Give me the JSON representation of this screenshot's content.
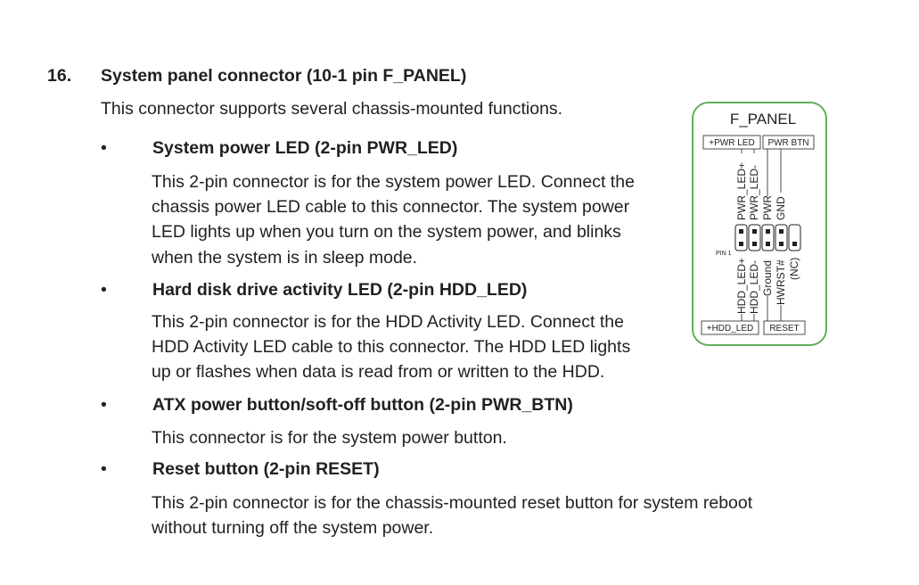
{
  "section": {
    "number": "16.",
    "title": "System panel connector (10-1 pin F_PANEL)",
    "intro": "This connector supports several chassis-mounted functions."
  },
  "items": [
    {
      "bullet": "•",
      "title": "System power LED (2-pin PWR_LED)",
      "lines": [
        "This 2-pin connector is for the system power LED. Connect the",
        "chassis power LED cable to this connector. The system power",
        "LED lights up when you turn on the system power, and blinks",
        "when the system is in sleep mode."
      ]
    },
    {
      "bullet": "•",
      "title": "Hard disk drive activity LED (2-pin HDD_LED)",
      "lines": [
        "This 2-pin connector is for the HDD Activity LED. Connect the",
        "HDD Activity LED cable to this connector. The HDD LED lights",
        "up or flashes when data is read from or written to the HDD."
      ]
    },
    {
      "bullet": "•",
      "title": "ATX power button/soft-off button (2-pin PWR_BTN)",
      "lines": [
        "This connector is for the system power button."
      ]
    },
    {
      "bullet": "•",
      "title": "Reset button (2-pin RESET)",
      "lines": [
        "This 2-pin connector is for the chassis-mounted reset button for system reboot",
        "without turning off the system power."
      ]
    }
  ],
  "diagram": {
    "title": "F_PANEL",
    "top_boxes": [
      "+PWR LED",
      "PWR BTN"
    ],
    "bottom_boxes": [
      "+HDD_LED",
      "RESET"
    ],
    "top_pins": [
      "PWR_LED+",
      "PWR_LED-",
      "PWR",
      "GND"
    ],
    "bottom_pins": [
      "HDD_LED+",
      "HDD_LED-",
      "Ground",
      "HWRST#",
      "(NC)"
    ],
    "pin1_label": "PIN 1",
    "border_color": "#5db05a"
  }
}
